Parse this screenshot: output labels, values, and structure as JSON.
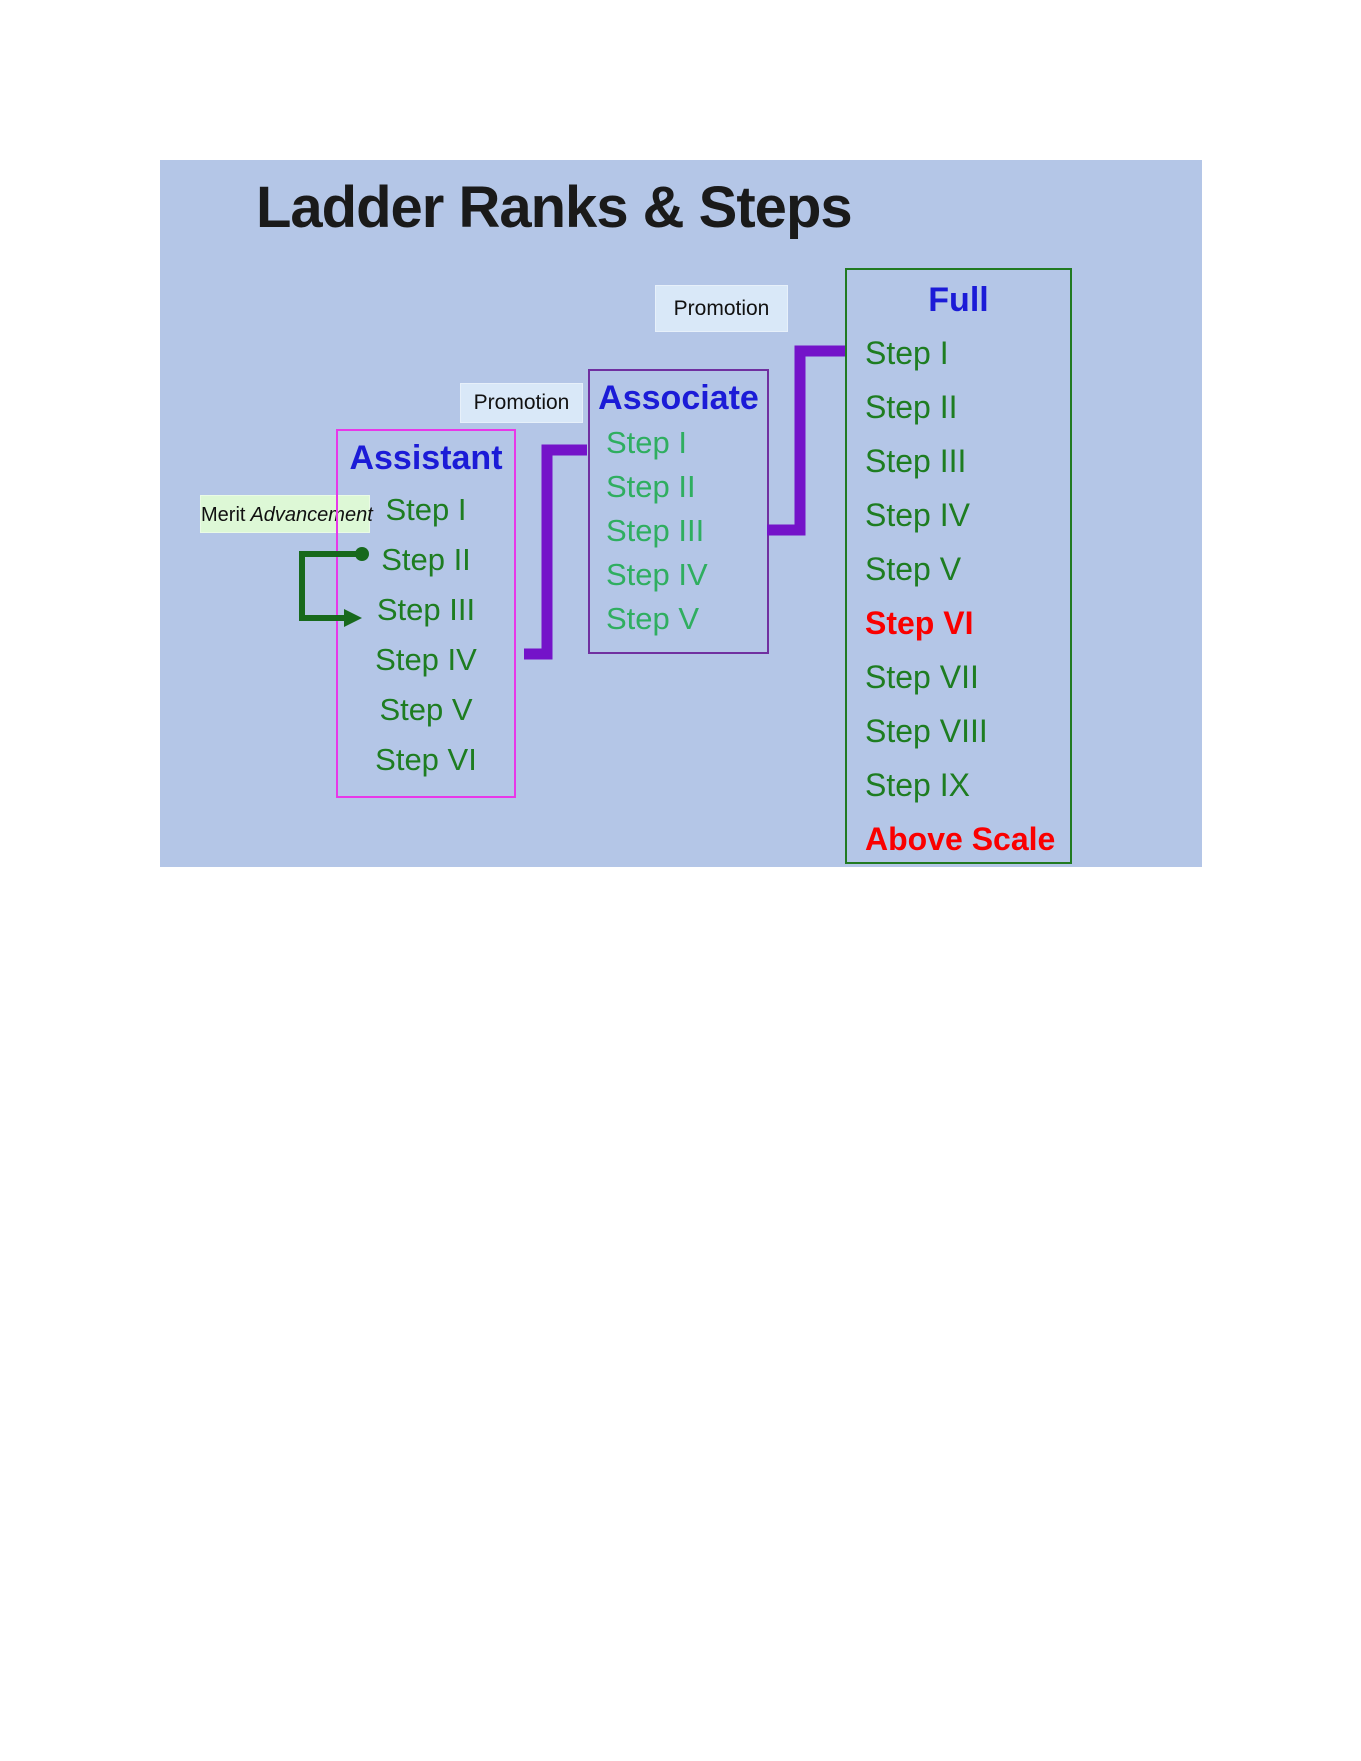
{
  "title": "Ladder Ranks & Steps",
  "labels": {
    "promotion_upper": "Promotion",
    "promotion_lower": "Promotion",
    "merit_prefix": "Merit",
    "merit_italic": "Advancement"
  },
  "ranks": {
    "assistant": {
      "title": "Assistant",
      "steps": [
        "Step I",
        "Step II",
        "Step III",
        "Step IV",
        "Step V",
        "Step VI"
      ]
    },
    "associate": {
      "title": "Associate",
      "steps": [
        "Step I",
        "Step II",
        "Step III",
        "Step IV",
        "Step V"
      ]
    },
    "full": {
      "title": "Full",
      "steps": [
        "Step I",
        "Step II",
        "Step III",
        "Step IV",
        "Step V",
        "Step VI",
        "Step VII",
        "Step VIII",
        "Step IX",
        "Above Scale"
      ],
      "highlighted_steps": [
        "Step VI",
        "Above Scale"
      ]
    }
  },
  "connectors": {
    "promotion_1": "Assistant Step IV to Associate Step I",
    "promotion_2": "Associate Step III to Full Step I",
    "merit_advancement": "Assistant Step II to Assistant Step III"
  },
  "colors": {
    "panel_background": "#b4c6e7",
    "rank_title_blue": "#1b1bd7",
    "step_green_dark": "#1e7d21",
    "step_green_light": "#2fae60",
    "highlight_red": "#fa0000",
    "assistant_border": "#e838e8",
    "associate_border": "#7030a0",
    "full_border": "#217a21",
    "promotion_fill": "#d9e8f8",
    "merit_fill": "#ddf8d6",
    "promotion_connector": "#7413c9",
    "merit_connector": "#17691c"
  }
}
